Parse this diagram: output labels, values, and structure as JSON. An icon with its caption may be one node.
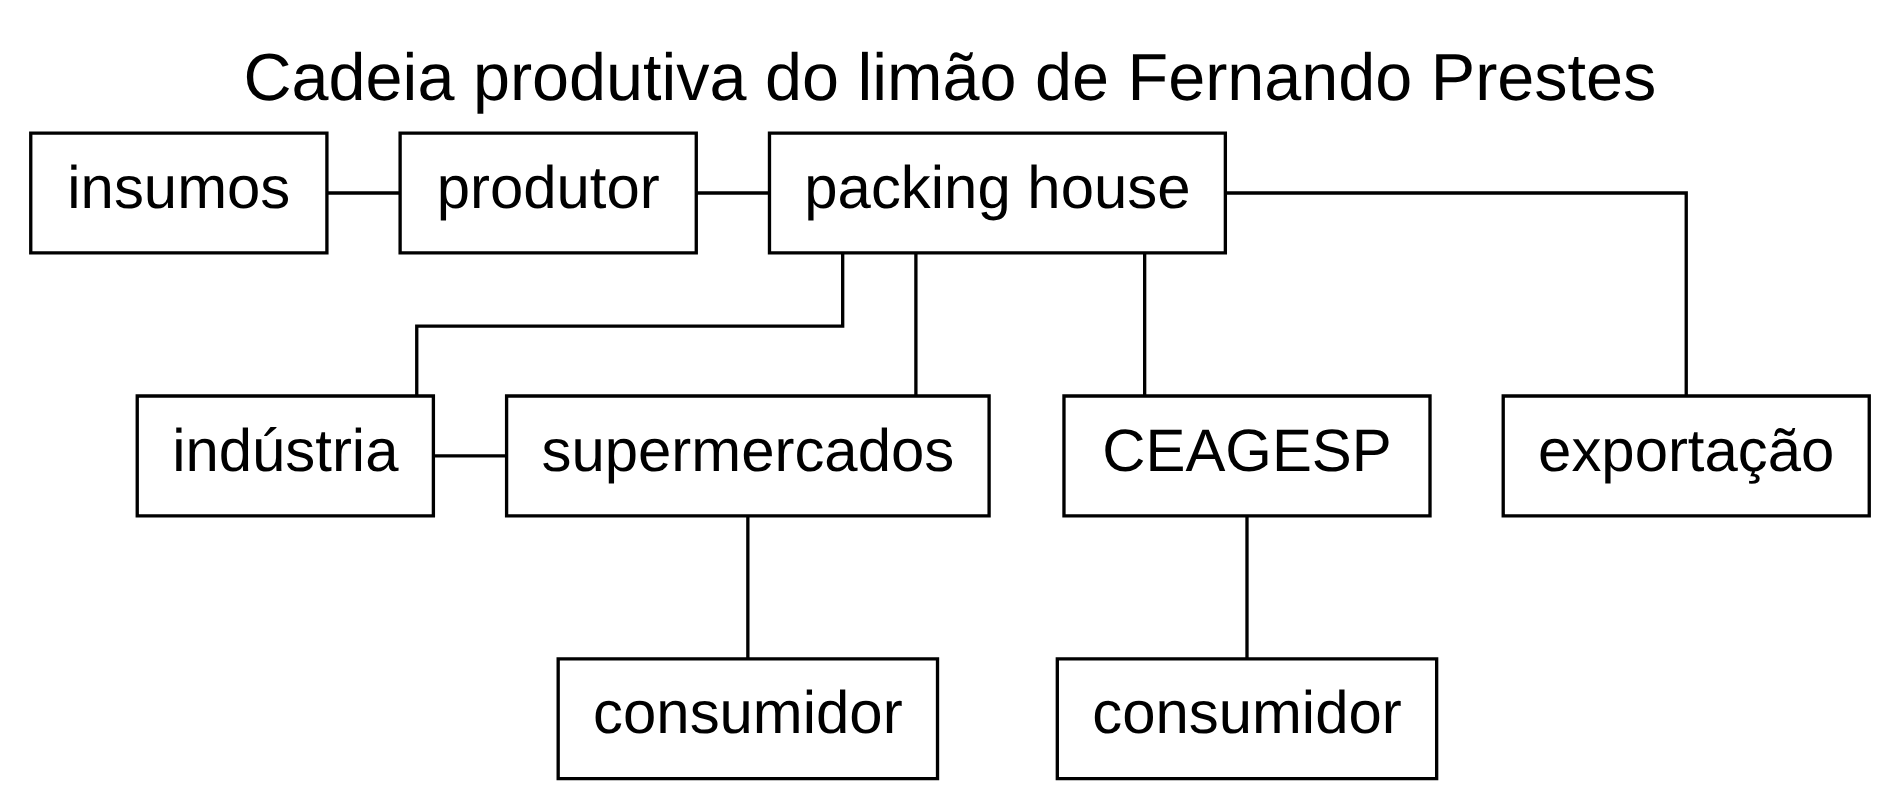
{
  "diagram": {
    "title": "Cadeia produtiva do limão de Fernando Prestes",
    "nodes": [
      {
        "text": [
          "insumos"
        ]
      },
      {
        "text": [
          "produtor"
        ]
      },
      {
        "text": [
          "packing house"
        ]
      },
      {
        "text": [
          "indústria"
        ]
      },
      {
        "text": [
          "supermercados"
        ]
      },
      {
        "text": [
          "CEAGESP"
        ]
      },
      {
        "text": [
          "exportação"
        ]
      },
      {
        "text": [
          "consumidor"
        ]
      },
      {
        "text": [
          "consumidor"
        ]
      }
    ],
    "edges": [
      {
        "from": 0,
        "to": 1,
        "arrow": "none"
      },
      {
        "from": 1,
        "to": 2,
        "arrow": "none"
      },
      {
        "from": 2,
        "to": 3,
        "arrow": "none"
      },
      {
        "from": 2,
        "to": 4,
        "arrow": "none"
      },
      {
        "from": 2,
        "to": 5,
        "arrow": "none"
      },
      {
        "from": 2,
        "to": 6,
        "arrow": "none"
      },
      {
        "from": 3,
        "to": 4,
        "arrow": "none"
      },
      {
        "from": 4,
        "to": 7,
        "arrow": "none"
      },
      {
        "from": 5,
        "to": 8,
        "arrow": "none"
      }
    ]
  }
}
